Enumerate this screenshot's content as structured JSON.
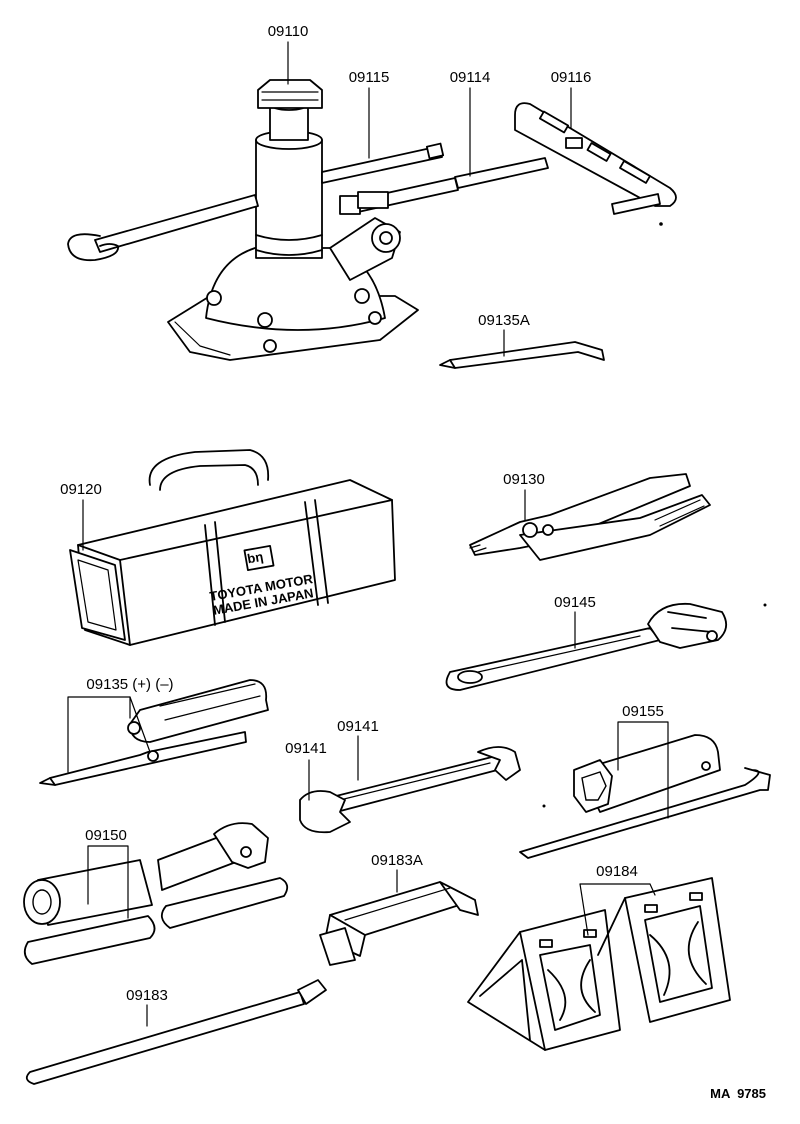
{
  "parts": {
    "p09110": "09110",
    "p09115": "09115",
    "p09114": "09114",
    "p09116": "09116",
    "p09135A": "09135A",
    "p09120": "09120",
    "p09130": "09130",
    "p09145": "09145",
    "p09135": "09135 (+) (–)",
    "p09141a": "09141",
    "p09141b": "09141",
    "p09155": "09155",
    "p09150": "09150",
    "p09183A": "09183A",
    "p09184": "09184",
    "p09183": "09183"
  },
  "bag_text": {
    "maker": "TOYOTA MOTOR",
    "origin": "MADE IN JAPAN"
  },
  "drawing_code": "MA  9785"
}
